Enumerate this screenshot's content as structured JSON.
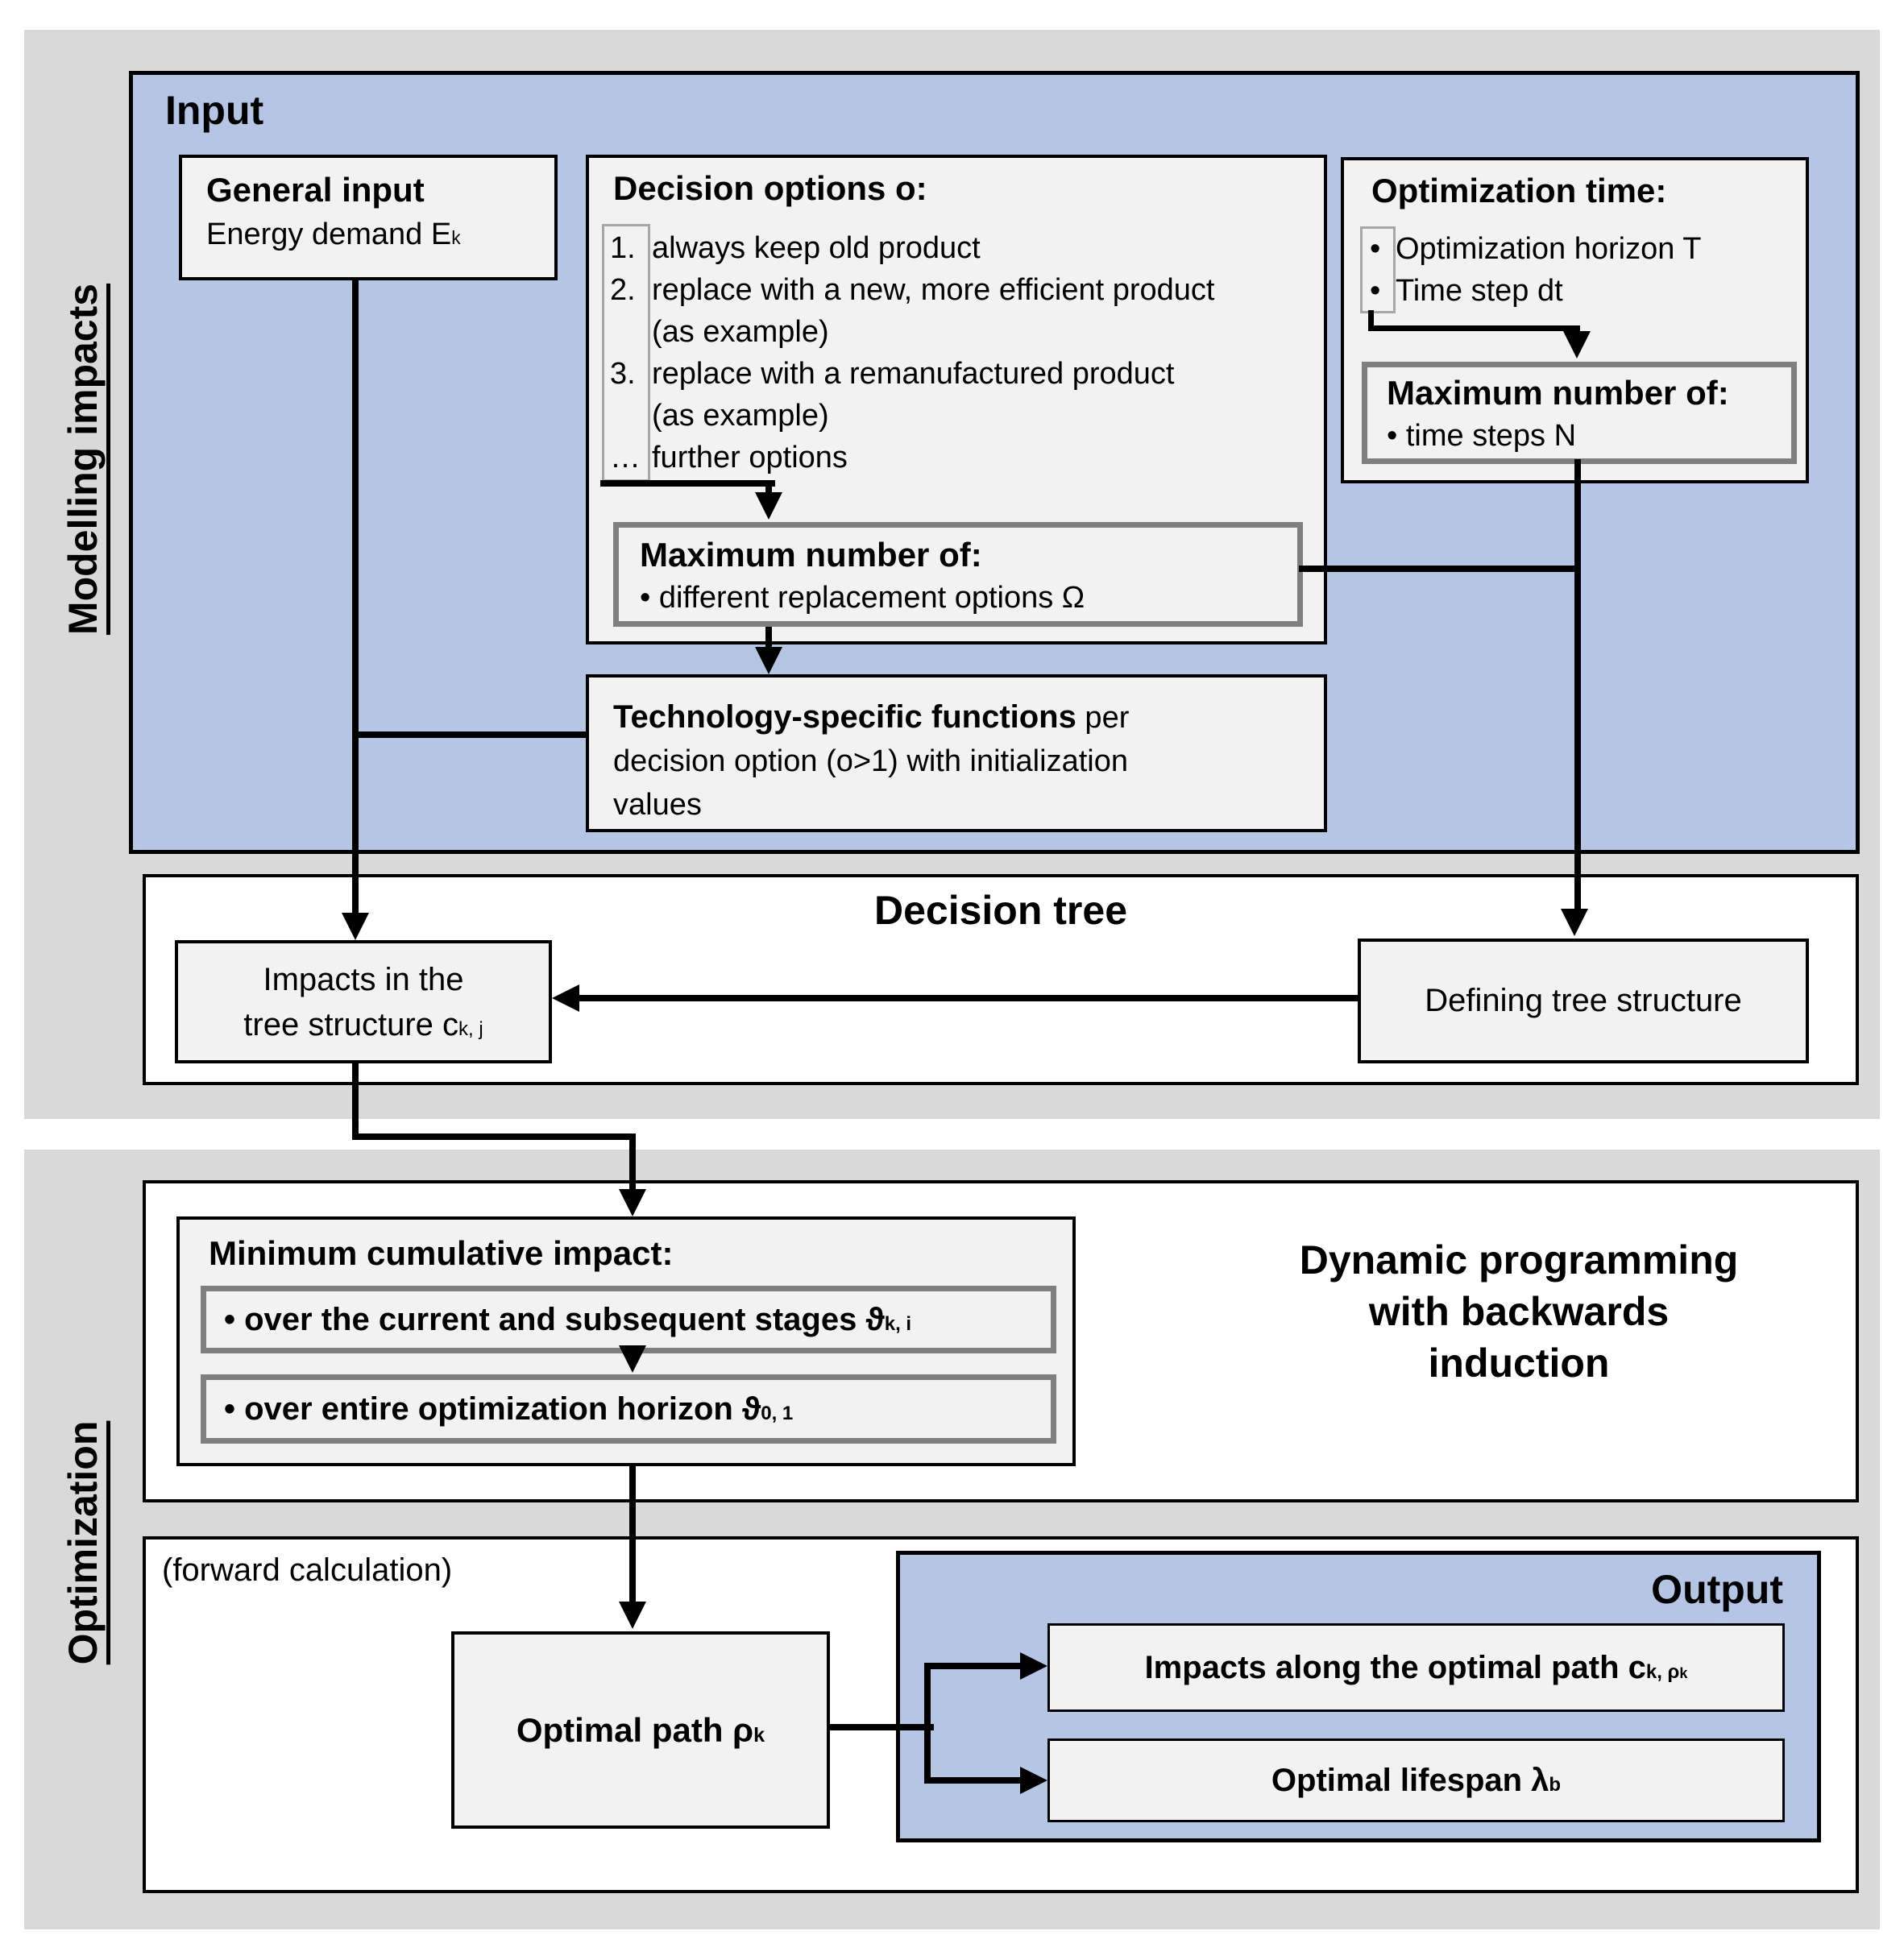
{
  "sections": {
    "modelling": {
      "label": "Modelling impacts"
    },
    "optimization": {
      "label": "Optimization"
    }
  },
  "input": {
    "title": "Input",
    "general": {
      "title": "General input",
      "body": "Energy demand E",
      "body_sub": "k"
    },
    "decision": {
      "title": "Decision options o:",
      "items": [
        {
          "num": "1.",
          "text": "always keep old product"
        },
        {
          "num": "2.",
          "text": "replace with a new, more efficient product"
        },
        {
          "num": "",
          "text": "(as example)"
        },
        {
          "num": "3.",
          "text": "replace with a remanufactured product"
        },
        {
          "num": "",
          "text": "(as example)"
        },
        {
          "num": "…",
          "text": "further options"
        }
      ],
      "max": {
        "title": "Maximum number of:",
        "item": "• different replacement options Ω"
      }
    },
    "opt_time": {
      "title": "Optimization time:",
      "items": [
        {
          "bullet": "•",
          "text": "Optimization horizon T"
        },
        {
          "bullet": "•",
          "text": "Time step dt"
        }
      ],
      "max": {
        "title": "Maximum number of:",
        "item": "• time steps N"
      }
    },
    "technology": {
      "line1_bold": "Technology-specific functions",
      "line1_rest": " per",
      "line2": "decision option (o>1) with initialization",
      "line3": "values"
    }
  },
  "decision_tree": {
    "title": "Decision tree",
    "impacts": {
      "line1": "Impacts in the",
      "line2": "tree structure c",
      "sub": "k, j"
    },
    "defining": {
      "text": "Defining tree structure"
    }
  },
  "optimization_block": {
    "minimum": {
      "title": "Minimum cumulative impact:",
      "stage": {
        "text": "• over the current and subsequent stages ϑ",
        "sub": "k, i"
      },
      "horizon": {
        "text": "• over entire optimization horizon ϑ",
        "sub": "0, 1"
      }
    },
    "dynamic": {
      "line1": "Dynamic programming",
      "line2": "with backwards",
      "line3": "induction"
    },
    "forward_note": "(forward calculation)",
    "optimal_path": {
      "text": "Optimal path ρ",
      "sub": "k"
    },
    "output": {
      "title": "Output",
      "impacts": {
        "text": "Impacts along the optimal path c",
        "sub": "k, ρ",
        "subsub": "k"
      },
      "lifespan": {
        "text": "Optimal lifespan λ",
        "sub": "b"
      }
    }
  },
  "colors": {
    "panel_blue": "#b4c6e4",
    "section_gray": "#d9d9d9",
    "box_fill": "#f2f2f2",
    "inner_border_gray": "#7f7f7f",
    "line_black": "#000000"
  }
}
